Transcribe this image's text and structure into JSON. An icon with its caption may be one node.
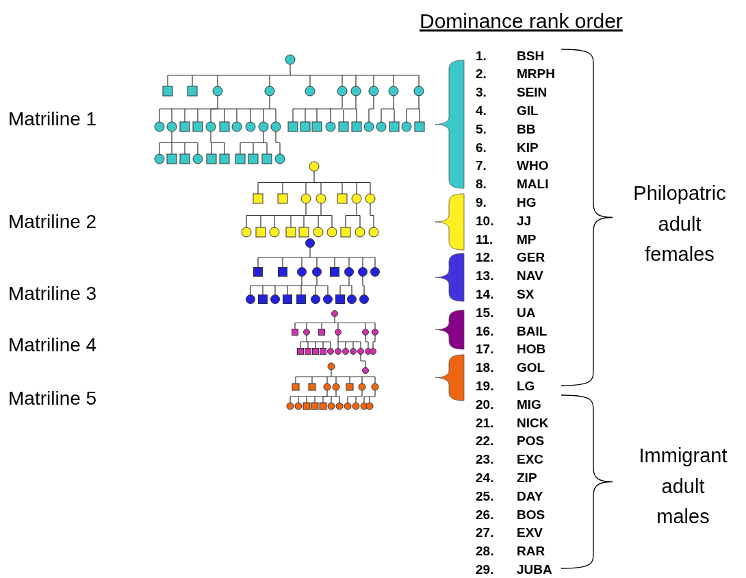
{
  "diagram": {
    "title": "Dominance rank order",
    "labels": [
      "Matriline 1",
      "Matriline 2",
      "Matriline 3",
      "Matriline 4",
      "Matriline 5",
      "1.",
      "BSH",
      "2.",
      "MRPH",
      "3.",
      "SEIN",
      "4.",
      "GIL",
      "5.",
      "BB",
      "6.",
      "KIP",
      "7.",
      "WHO",
      "8.",
      "MALI",
      "9.",
      "HG",
      "10.",
      "JJ",
      "11.",
      "MP",
      "12.",
      "GER",
      "13.",
      "NAV",
      "14.",
      "SX",
      "15.",
      "UA",
      "16.",
      "BAIL",
      "17.",
      "HOB",
      "18.",
      "GOL",
      "19.",
      "LG",
      "20.",
      "MIG",
      "21.",
      "NICK",
      "22.",
      "POS",
      "23.",
      "EXC",
      "24.",
      "ZIP",
      "25.",
      "DAY",
      "26.",
      "BOS",
      "27.",
      "EXV",
      "28.",
      "RAR",
      "29.",
      "JUBA",
      "Philopatric adult females",
      "Immigrant adult males"
    ]
  }
}
